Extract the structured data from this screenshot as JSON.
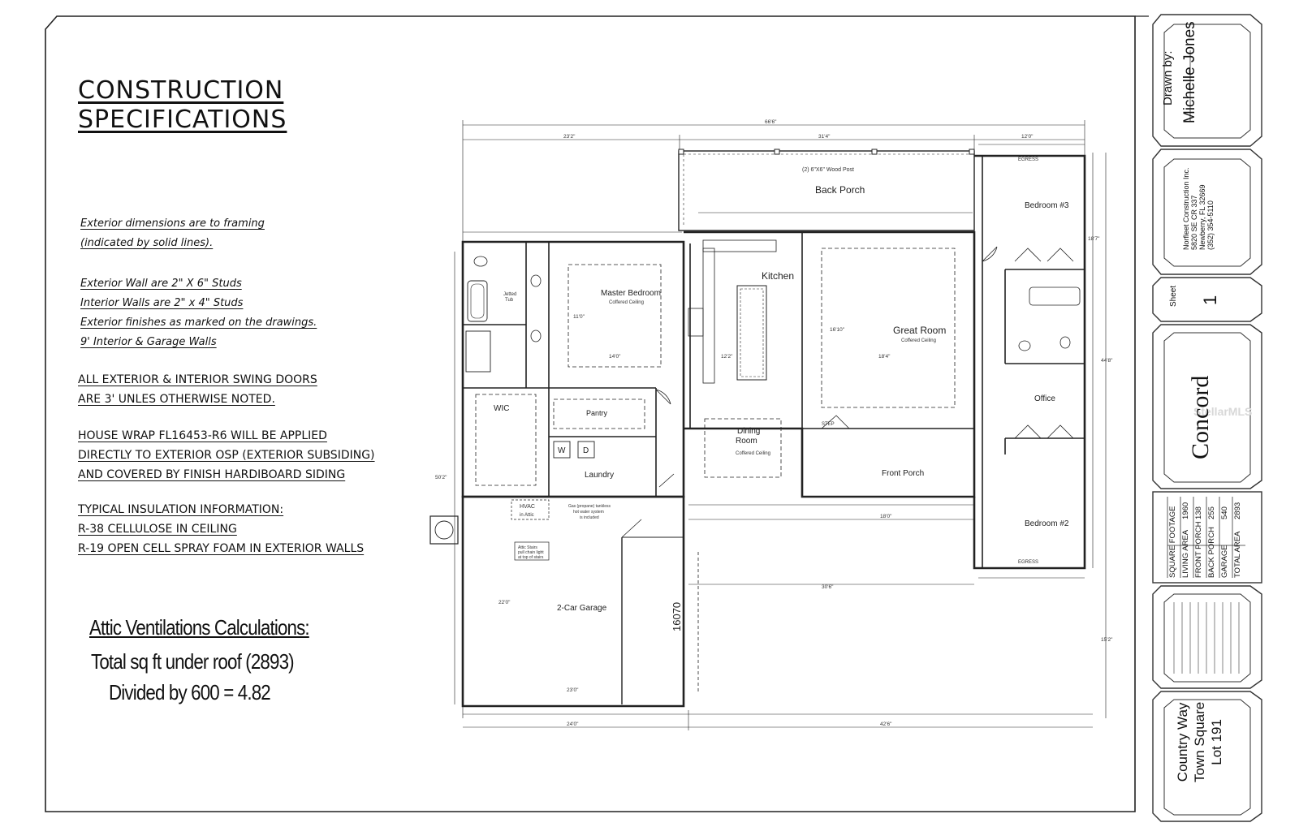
{
  "spec_title": [
    "CONSTRUCTION",
    "SPECIFICATIONS"
  ],
  "exterior_notes": [
    "Exterior dimensions are to framing",
    "(indicated by solid lines)."
  ],
  "wall_notes": [
    "Exterior Wall are 2\" X 6\" Studs",
    "Interior Walls are 2\" x 4\" Studs",
    "Exterior finishes as marked on the drawings.",
    "9' Interior & Garage Walls"
  ],
  "door_notes": [
    "ALL EXTERIOR & INTERIOR SWING DOORS",
    "ARE 3' UNLES OTHERWISE NOTED."
  ],
  "wrap_notes": [
    "HOUSE WRAP FL16453-R6 WILL BE APPLIED",
    "DIRECTLY TO EXTERIOR OSP (EXTERIOR SUBSIDING)",
    "AND COVERED BY FINISH HARDIBOARD SIDING"
  ],
  "insulation_notes": [
    "TYPICAL INSULATION INFORMATION:",
    "R-38 CELLULOSE IN CEILING",
    "R-19 OPEN CELL SPRAY FOAM IN EXTERIOR WALLS"
  ],
  "attic": {
    "title": "Attic Ventilations Calculations:",
    "line1": "Total sq ft under roof (2893)",
    "line2": "Divided by 600 = 4.82"
  },
  "title_block": {
    "drawn_by_label": "Drawn by:",
    "drawn_by": "Michelle Jones",
    "company": [
      "Norfleet Construction Inc.",
      "5820 SE CR 337",
      "Newberry, FL 32669",
      "(352) 354-5110"
    ],
    "sheet_label": "Sheet",
    "sheet_number": "1",
    "plan_name": "Concord",
    "sqft_label": "SQUARE FOOTAGE",
    "sqft_rows": [
      {
        "label": "LIVING AREA",
        "value": "1960"
      },
      {
        "label": "FRONT PORCH",
        "value": "138"
      },
      {
        "label": "BACK PORCH",
        "value": "255"
      },
      {
        "label": "GARAGE",
        "value": "540"
      },
      {
        "label": "TOTAL AREA",
        "value": "2893"
      }
    ],
    "location": [
      "Country Way",
      "Town Square",
      "Lot 191"
    ]
  },
  "rooms": {
    "back_porch": "Back Porch",
    "wood_post": "(2) 6\"X6\" Wood Post",
    "kitchen": "Kitchen",
    "great_room": "Great Room",
    "great_room_sub": "Coffered Ceiling",
    "master_bedroom": [
      "Master",
      "Bedroom"
    ],
    "master_sub": "Coffered Ceiling",
    "bedroom3": "Bedroom #3",
    "bedroom2": "Bedroom #2",
    "office": "Office",
    "pantry": "Pantry",
    "wic": "WIC",
    "laundry": "Laundry",
    "dining": [
      "Dining",
      "Room"
    ],
    "dining_sub": "Coffered Ceiling",
    "front_porch": "Front Porch",
    "garage": "2-Car Garage",
    "hvac": [
      "HVAC",
      "in Attic"
    ],
    "attic_stairs": [
      "Attic Stairs",
      "pull chain light",
      "at top of stairs"
    ],
    "water_heater": [
      "Gas (propane) tankless",
      "hot water system",
      "is included"
    ],
    "garage_door": "16070",
    "jetted_tub": [
      "Jetted",
      "Tub"
    ],
    "step": "STEP",
    "egress": "EGRESS",
    "washer": "W",
    "dryer": "D"
  },
  "dimensions": {
    "overall_top": "66'6\"",
    "top_left": "23'2\"",
    "top_mid": "31'4\"",
    "top_right": "12'0\"",
    "right_top": "18'7\"",
    "right_overall": "44'8\"",
    "right_bottom": "15'2\"",
    "left_overall": "50'2\"",
    "bottom_left": "24'0\"",
    "bottom_right": "42'6\"",
    "garage_width": "23'0\"",
    "garage_depth": "22'0\"",
    "great_w": "18'4\"",
    "great_d": "16'10\"",
    "master_w": "14'0\"",
    "master_d": "11'0\"",
    "porch_w": "30'6\"",
    "kitchen_w": "12'2\"",
    "front_porch_w": "18'0\""
  },
  "watermark": "StellarMLS"
}
